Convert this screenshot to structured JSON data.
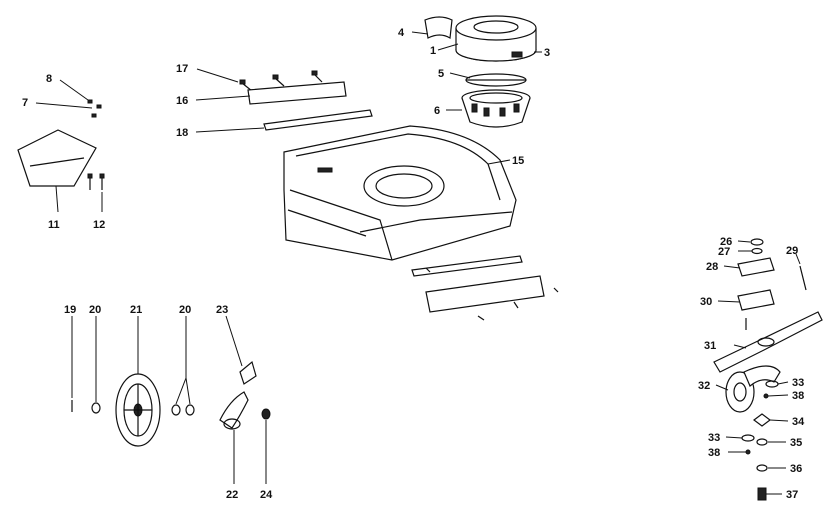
{
  "diagram": {
    "callouts": [
      {
        "id": "c1",
        "text": "1"
      },
      {
        "id": "c3",
        "text": "3"
      },
      {
        "id": "c4",
        "text": "4"
      },
      {
        "id": "c5",
        "text": "5"
      },
      {
        "id": "c6",
        "text": "6"
      },
      {
        "id": "c7",
        "text": "7"
      },
      {
        "id": "c8",
        "text": "8"
      },
      {
        "id": "c11",
        "text": "11"
      },
      {
        "id": "c12",
        "text": "12"
      },
      {
        "id": "c15",
        "text": "15"
      },
      {
        "id": "c16",
        "text": "16"
      },
      {
        "id": "c17",
        "text": "17"
      },
      {
        "id": "c18",
        "text": "18"
      },
      {
        "id": "c19",
        "text": "19"
      },
      {
        "id": "c20a",
        "text": "20"
      },
      {
        "id": "c20b",
        "text": "20"
      },
      {
        "id": "c21",
        "text": "21"
      },
      {
        "id": "c22",
        "text": "22"
      },
      {
        "id": "c23",
        "text": "23"
      },
      {
        "id": "c24",
        "text": "24"
      },
      {
        "id": "c26",
        "text": "26"
      },
      {
        "id": "c27",
        "text": "27"
      },
      {
        "id": "c28",
        "text": "28"
      },
      {
        "id": "c29",
        "text": "29"
      },
      {
        "id": "c30",
        "text": "30"
      },
      {
        "id": "c31",
        "text": "31"
      },
      {
        "id": "c32",
        "text": "32"
      },
      {
        "id": "c33a",
        "text": "33"
      },
      {
        "id": "c33b",
        "text": "33"
      },
      {
        "id": "c34",
        "text": "34"
      },
      {
        "id": "c35",
        "text": "35"
      },
      {
        "id": "c36",
        "text": "36"
      },
      {
        "id": "c37",
        "text": "37"
      },
      {
        "id": "c38a",
        "text": "38"
      },
      {
        "id": "c38b",
        "text": "38"
      }
    ]
  }
}
